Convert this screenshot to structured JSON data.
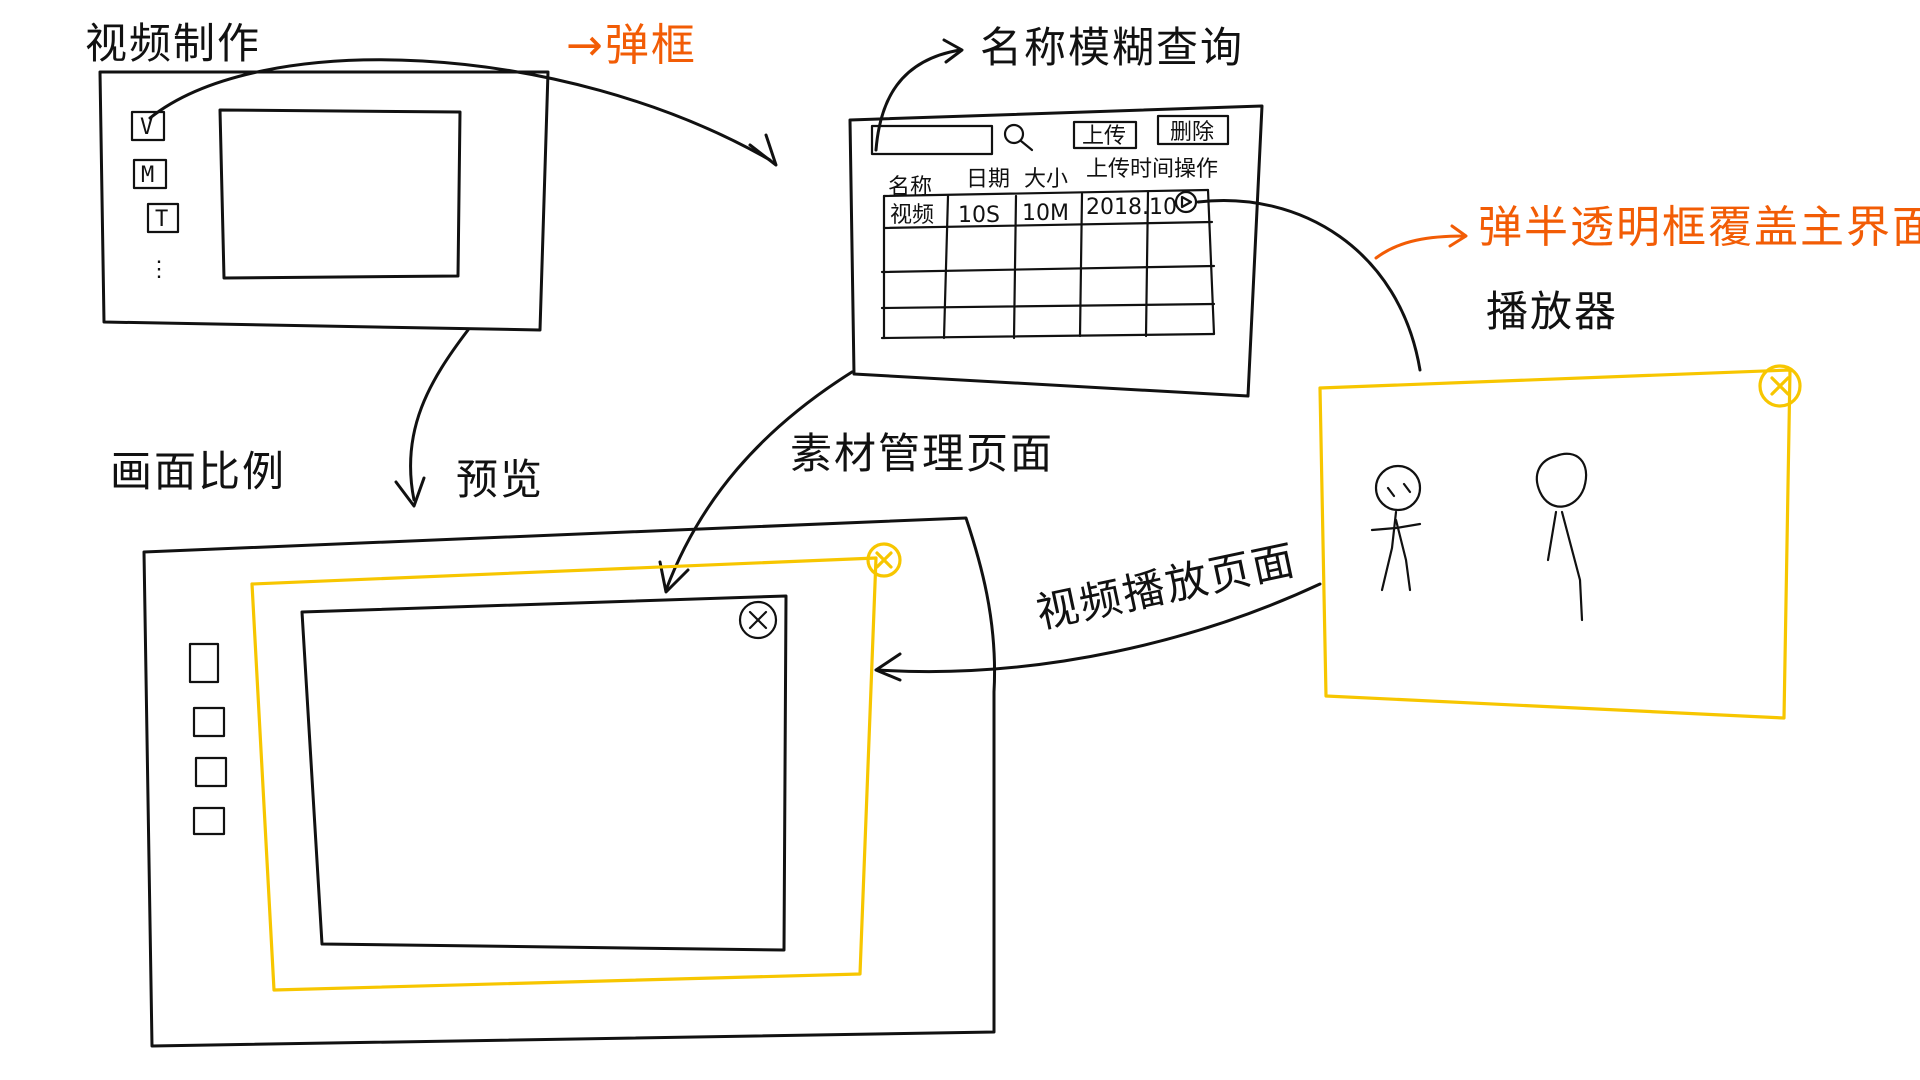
{
  "colors": {
    "ink": "#111111",
    "annotation": "#f25c05",
    "highlight": "#f7c600",
    "background": "#ffffff"
  },
  "labels": {
    "video_create": "视频制作",
    "popup_note": "→弹框",
    "name_fuzzy_search": "名称模糊查询",
    "overlay_note": "弹半透明框覆盖主界面",
    "player": "播放器",
    "aspect_ratio": "画面比例",
    "preview": "预览",
    "material_manage_page": "素材管理页面",
    "video_play_page": "视频播放页面"
  },
  "sidebar": {
    "items": [
      "V",
      "M",
      "T"
    ],
    "more": "⋮"
  },
  "material_dialog": {
    "toolbar": {
      "upload_label": "上传",
      "delete_label": "删除"
    },
    "table": {
      "headers": [
        "名称",
        "日期",
        "大小",
        "上传时间",
        "操作"
      ],
      "rows": [
        [
          "视频",
          "10S",
          "10M",
          "2018.10",
          ""
        ]
      ]
    }
  },
  "icons": {
    "search": "search-icon",
    "close": "close-icon",
    "play": "play-icon",
    "person": "person-icon"
  }
}
